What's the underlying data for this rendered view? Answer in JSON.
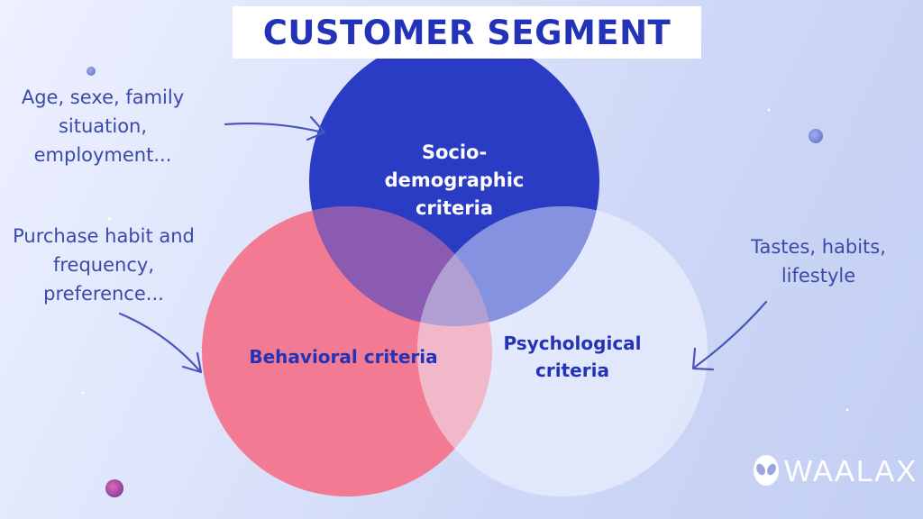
{
  "title": "CUSTOMER SEGMENT",
  "sets": [
    {
      "id": "socio",
      "label_lines": [
        "Socio-",
        "demographic",
        "criteria"
      ],
      "color": "#2a3bc4"
    },
    {
      "id": "behavioral",
      "label_lines": [
        "Behavioral criteria"
      ],
      "color": "#f27b93"
    },
    {
      "id": "psychological",
      "label_lines": [
        "Psychological",
        "criteria"
      ],
      "color": "#eaeefd"
    }
  ],
  "annotations": {
    "socio": [
      "Age, sexe, family",
      "situation,",
      "employment..."
    ],
    "behavioral": [
      "Purchase habit and",
      "frequency,",
      "preference..."
    ],
    "psychological": [
      "Tastes, habits,",
      "lifestyle"
    ]
  },
  "brand": {
    "name": "WAALAX",
    "icon": "alien-head-icon"
  },
  "colors": {
    "title_text": "#2333b8",
    "title_box": "#ffffff",
    "socio_circle": "#2a3bc4",
    "behavioral_circle": "#f27b93",
    "psychological_circle": "#eaeefd",
    "annotation_text": "#3b4aa8",
    "arrow": "#4a56b8",
    "background": "#dde4fb"
  }
}
